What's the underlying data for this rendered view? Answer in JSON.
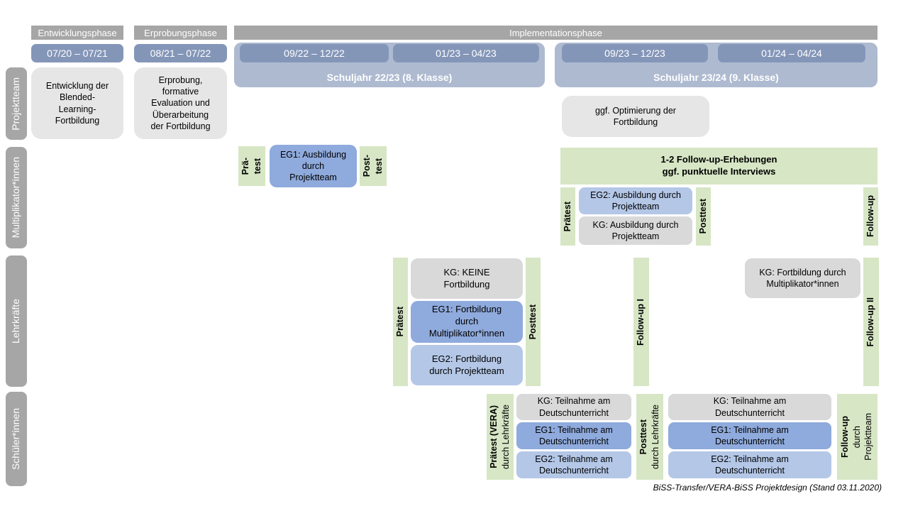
{
  "caption": "BiSS-Transfer/VERA-BiSS Projektdesign (Stand 03.11.2020)",
  "sidebar": {
    "projektteam": "Projektteam",
    "multiplikatorinnen": "Multiplikator*innen",
    "lehrkraefte": "Lehrkräfte",
    "schuelerinnen": "Schüler*innen"
  },
  "phases": {
    "entwicklung": {
      "label": "Entwicklungsphase",
      "date": "07/20 – 07/21"
    },
    "erprobung": {
      "label": "Erprobungsphase",
      "date": "08/21 – 07/22"
    },
    "implementation": {
      "label": "Implementationsphase",
      "schuljahr1": {
        "label": "Schuljahr 22/23 (8. Klasse)",
        "date1": "09/22 – 12/22",
        "date2": "01/23 – 04/23"
      },
      "schuljahr2": {
        "label": "Schuljahr 23/24 (9. Klasse)",
        "date1": "09/23 – 12/23",
        "date2": "01/24 – 04/24"
      }
    }
  },
  "rows": {
    "projektteam": {
      "entwicklung_box": "Entwicklung der\nBlended-\nLearning-\nFortbildung",
      "erprobung_box": "Erprobung,\nformative\nEvaluation und\nÜberarbeitung\nder Fortbildung",
      "optimierung_box": "ggf. Optimierung der\nFortbildung"
    },
    "multiplikatorinnen": {
      "praetest1_line1": "Prä-",
      "praetest1_line2": "test",
      "eg1": "EG1: Ausbildung\ndurch\nProjektteam",
      "posttest1_line1": "Post-",
      "posttest1_line2": "test",
      "followup_erhebungen": "1-2 Follow-up-Erhebungen\nggf. punktuelle Interviews",
      "praetest2": "Prätest",
      "eg2": "EG2: Ausbildung durch\nProjektteam",
      "kg": "KG: Ausbildung durch\nProjektteam",
      "posttest2": "Posttest",
      "followup": "Follow-up"
    },
    "lehrkraefte": {
      "praetest": "Prätest",
      "kg": "KG: KEINE\nFortbildung",
      "eg1": "EG1: Fortbildung\ndurch\nMultiplikator*innen",
      "eg2": "EG2: Fortbildung\ndurch Projektteam",
      "posttest": "Posttest",
      "followup1": "Follow-up I",
      "kg2": "KG: Fortbildung durch\nMultiplikator*innen",
      "followup2": "Follow-up II"
    },
    "schuelerinnen": {
      "praetest_line1": "Prätest (VERA)",
      "praetest_line2": "durch Lehrkräfte",
      "kg1": "KG: Teilnahme am\nDeutschunterricht",
      "eg1_1": "EG1: Teilnahme am\nDeutschunterricht",
      "eg2_1": "EG2: Teilnahme am\nDeutschunterricht",
      "posttest_line1": "Posttest",
      "posttest_line2": "durch Lehrkräfte",
      "kg2": "KG: Teilnahme am\nDeutschunterricht",
      "eg1_2": "EG1: Teilnahme am\nDeutschunterricht",
      "eg2_2": "EG2: Teilnahme am\nDeutschunterricht",
      "followup_line1": "Follow-up",
      "followup_line2": "durch",
      "followup_line3": "Projektteam"
    }
  },
  "colors": {
    "phase_header": "#a6a6a6",
    "sidebar": "#a6a6a6",
    "date_box": "#8496b8",
    "schuljahr_container": "#aebad0",
    "neutral_box": "#e7e6e6",
    "kg_box": "#d9d9d9",
    "eg1_box": "#8faadc",
    "eg2_box": "#b4c7e7",
    "test_box": "#d7e6c5"
  }
}
